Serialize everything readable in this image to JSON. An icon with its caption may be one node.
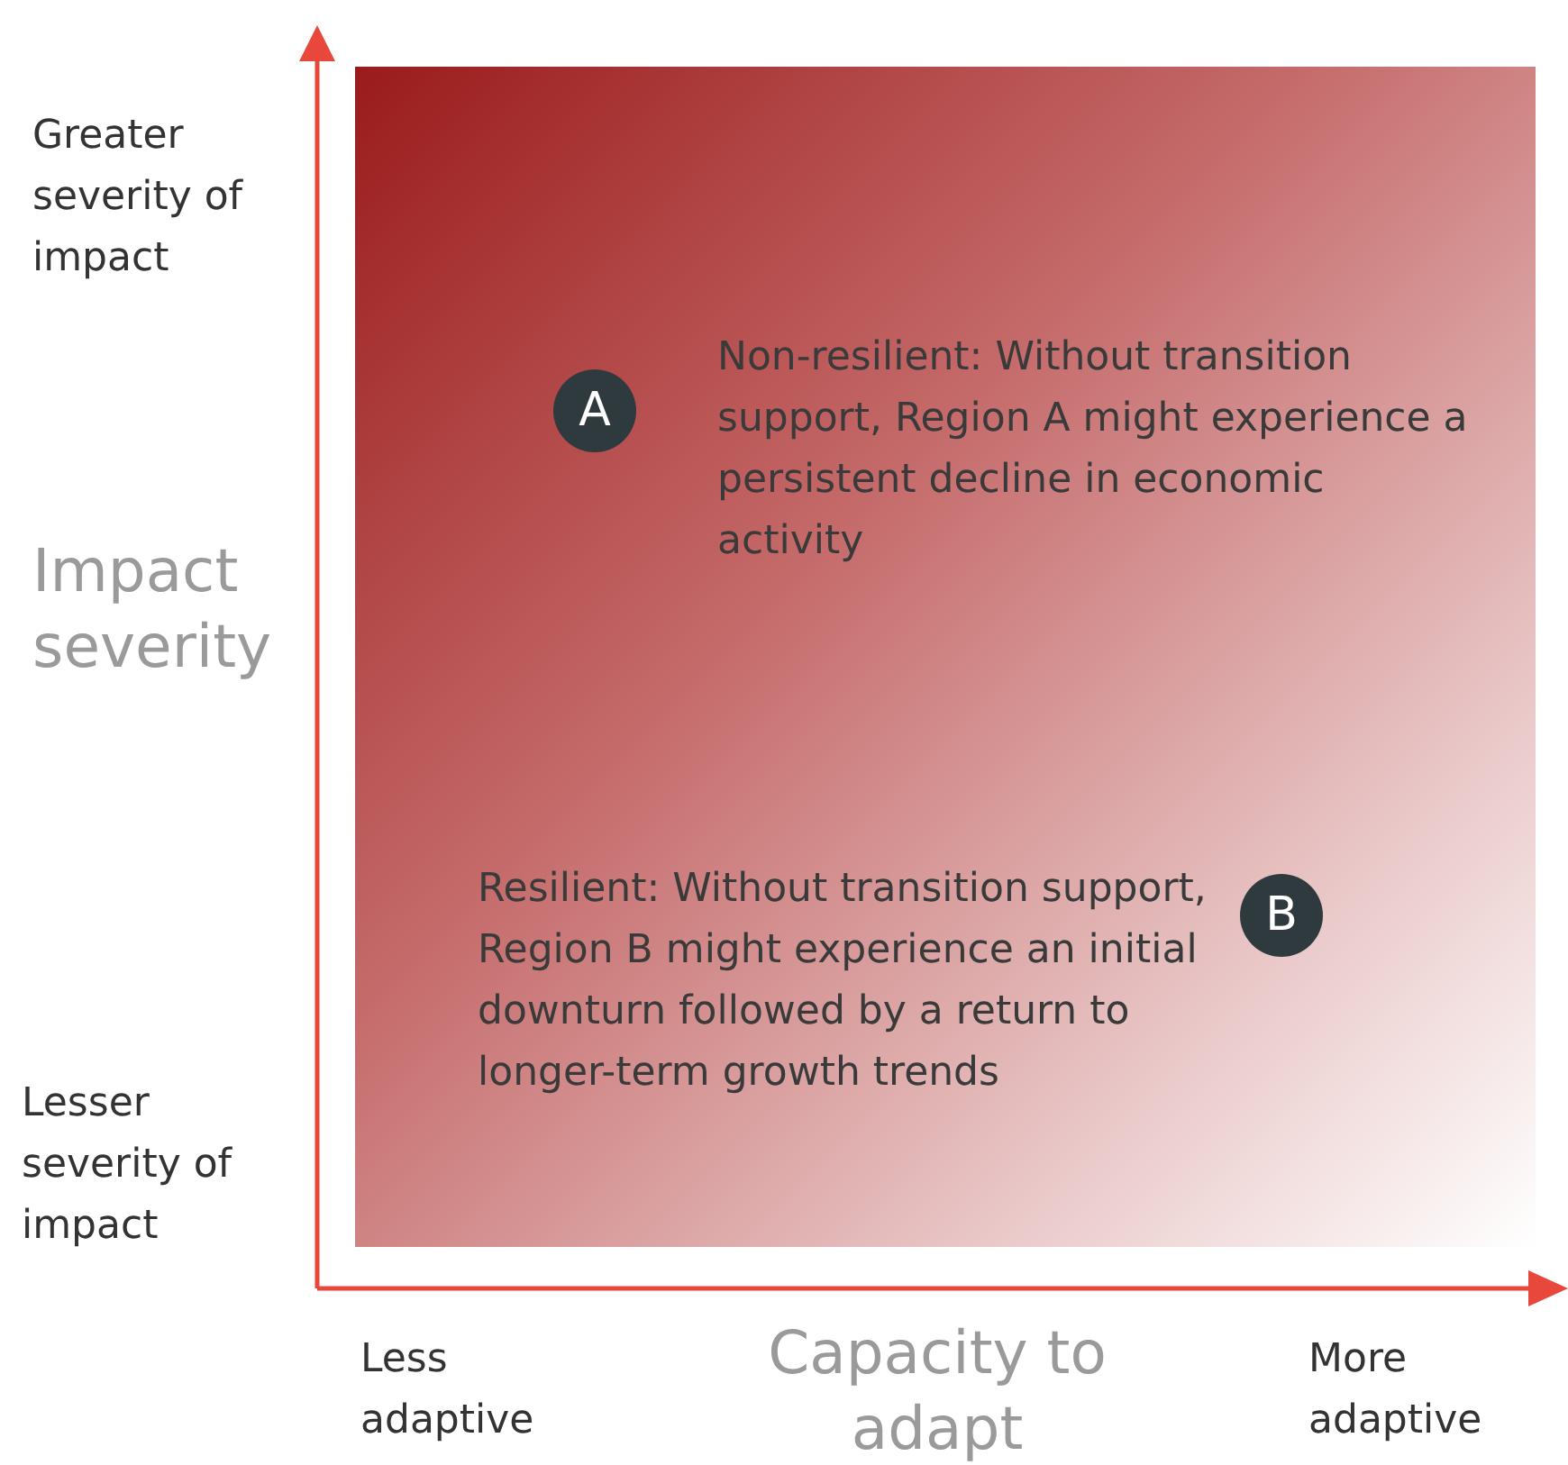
{
  "diagram": {
    "nodes": [
      {
        "text": [
          "A"
        ],
        "beside": [
          "Non-resilient: Without transition support, Region A might experience a persistent decline in economic activity"
        ]
      },
      {
        "text": [
          "B"
        ],
        "beside": [
          "Resilient: Without transition support, Region B might experience an initial downturn followed by a return to longer-term growth trends"
        ]
      }
    ],
    "labels": [
      "Greater severity of impact",
      "Impact severity",
      "Lesser severity of impact",
      "Less adaptive",
      "Capacity to adapt",
      "More adaptive"
    ]
  }
}
